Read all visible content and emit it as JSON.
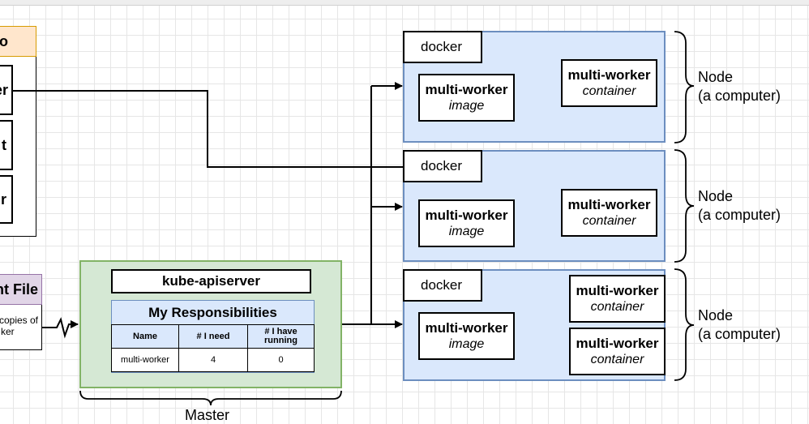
{
  "left_panel": {
    "header_fragment": "o",
    "item1_fragment": "er",
    "item2_fragment": "t",
    "item3_fragment": "r"
  },
  "deployment_file": {
    "title_fragment": "nt File",
    "body_line1": "copies of",
    "body_line2": "ker"
  },
  "master": {
    "label": "Master",
    "apiserver_label": "kube-apiserver",
    "responsibilities_title": "My Responsibilities",
    "table": {
      "headers": [
        "Name",
        "# I need",
        "# I have running"
      ],
      "rows": [
        [
          "multi-worker",
          "4",
          "0"
        ]
      ]
    }
  },
  "nodes": [
    {
      "docker_label": "docker",
      "image_title": "multi-worker",
      "image_sub": "image",
      "containers": [
        {
          "title": "multi-worker",
          "sub": "container"
        }
      ],
      "label_line1": "Node",
      "label_line2": "(a computer)"
    },
    {
      "docker_label": "docker",
      "image_title": "multi-worker",
      "image_sub": "image",
      "containers": [
        {
          "title": "multi-worker",
          "sub": "container"
        }
      ],
      "label_line1": "Node",
      "label_line2": "(a computer)"
    },
    {
      "docker_label": "docker",
      "image_title": "multi-worker",
      "image_sub": "image",
      "containers": [
        {
          "title": "multi-worker",
          "sub": "container"
        },
        {
          "title": "multi-worker",
          "sub": "container"
        }
      ],
      "label_line1": "Node",
      "label_line2": "(a computer)"
    }
  ],
  "colors": {
    "node_fill": "#dae8fc",
    "node_stroke": "#6c8ebf",
    "master_fill": "#d5e8d4",
    "master_stroke": "#82b366",
    "deployment_header_fill": "#e1d5e7",
    "deployment_header_stroke": "#9673a6",
    "left_header_fill": "#ffe6cc",
    "left_header_stroke": "#d79b00"
  }
}
